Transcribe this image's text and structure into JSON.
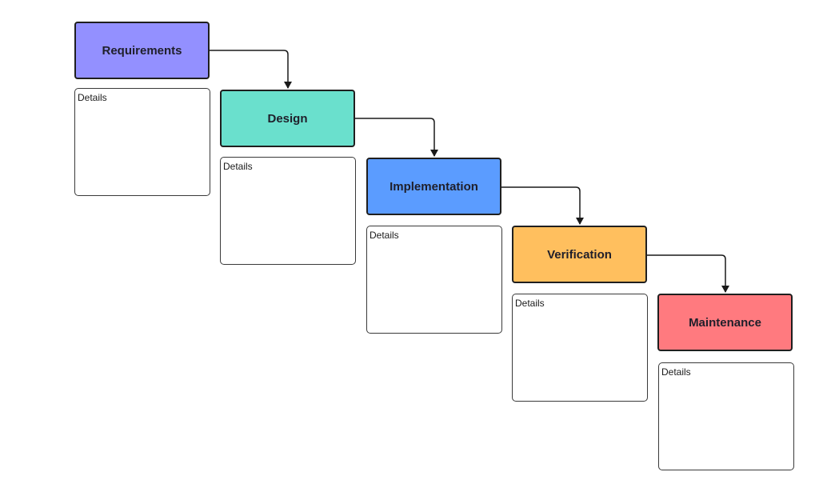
{
  "diagram": {
    "phases": [
      {
        "title": "Requirements",
        "color": "#9390ff",
        "details_label": "Details"
      },
      {
        "title": "Design",
        "color": "#6ae0cd",
        "details_label": "Details"
      },
      {
        "title": "Implementation",
        "color": "#5b9cff",
        "details_label": "Details"
      },
      {
        "title": "Verification",
        "color": "#ffbf5e",
        "details_label": "Details"
      },
      {
        "title": "Maintenance",
        "color": "#ff7a7f",
        "details_label": "Details"
      }
    ],
    "connector_color": "#1a1a1a"
  }
}
